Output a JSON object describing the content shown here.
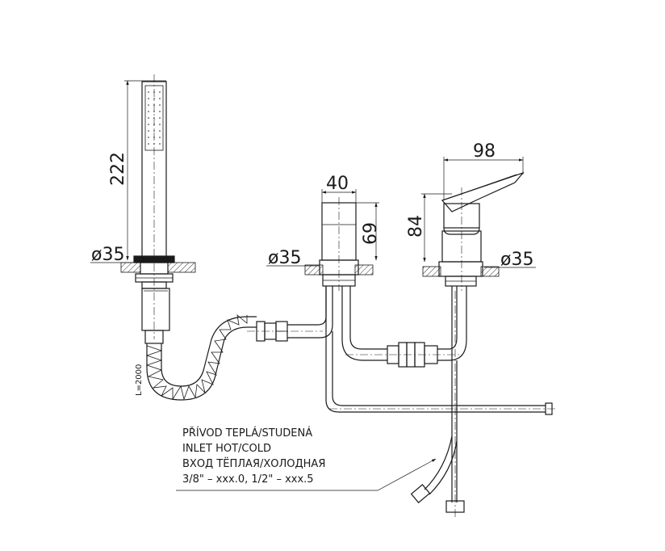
{
  "dimensions": {
    "handshower_height": "222",
    "handshower_diameter": "ø35",
    "spout_width": "40",
    "spout_height": "69",
    "spout_diameter": "ø35",
    "mixer_width": "98",
    "mixer_height": "84",
    "mixer_diameter": "ø35",
    "hose_length": "L=2000"
  },
  "inlet_note": {
    "line1": "PŘÍVOD TEPLÁ/STUDENÁ",
    "line2": "INLET HOT/COLD",
    "line3": "ВХОД ТЁПЛАЯ/ХОЛОДНАЯ",
    "line4": "3/8\" – xxx.0, 1/2\" – xxx.5"
  }
}
